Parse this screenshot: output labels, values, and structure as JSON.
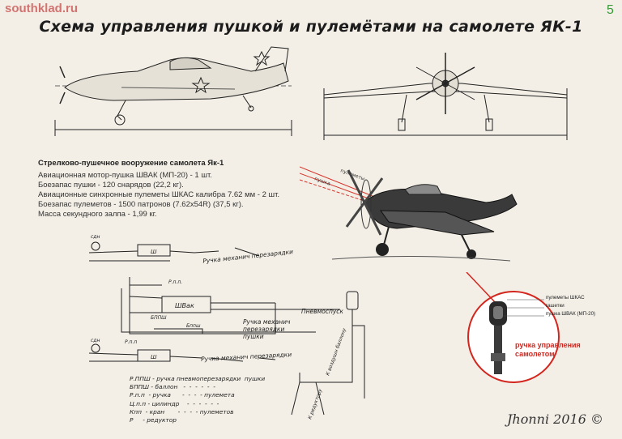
{
  "watermark": "southklad.ru",
  "page_number": "5",
  "title": "Схема управления пушкой и пулемётами на самолете ЯК-1",
  "armament": {
    "heading": "Стрелково-пушечное вооружение самолета Як-1",
    "lines": [
      "Авиационная мотор-пушка ШВАК (МП-20) - 1 шт.",
      "Боезапас пушки - 120 снарядов (22,2 кг).",
      "Авиационные синхронные пулеметы ШКАС калибра 7.62 мм -  2 шт.",
      "Боезапас пулеметов - 1500 патронов (7.62x54R) (37,5 кг).",
      "Масса секундного залпа - 1,99 кг."
    ]
  },
  "illustration_labels": {
    "mg_label": "пулеметы",
    "cannon_label": "пушка"
  },
  "scheme": {
    "label_top_left": "сдн",
    "label_bottom_left": "сдн",
    "box_top": "Ш",
    "box_mid": "ШВак",
    "box_bottom": "Ш",
    "label_rpp": "Р.п.п.",
    "label_bpsh": "БППШ",
    "label_bpsh2": "Бппш",
    "label_rpp2": "Р.п.п",
    "label_upper_handle": "Ручка механич перезарядки",
    "label_pnevmospusk": "Пневмоспуск",
    "label_mid_handle": "Ручка механич перезарядки пушки",
    "label_lower_handle": "Ручка механич перезарядки",
    "label_to_air_cylinder": "К воздушн баллону",
    "label_to_reductor": "К редуктору"
  },
  "legend_lines": [
    "Р.ППШ - ручка пневмоперезарядки  пушки",
    "БППШ - баллон   -  -  -  -  -  -",
    "Р.п.п  - ручка      -  -  -  - пулемета",
    "Ц.п.п - цилиндр    -  -  -  -  -  -",
    "Кпп  - кран       -  -  -  - пулеметов",
    "Р     - редуктор"
  ],
  "handle": {
    "lbl_mg": "пулеметы ШКАС",
    "lbl_brake": "гашетки",
    "lbl_cannon": "пушка ШВАК (МП-20)",
    "caption": "ручка управления самолетом"
  },
  "signature": "Jhonni 2016 ©",
  "colors": {
    "accent_red": "#d2261e",
    "ink": "#222222",
    "paper": "#f3efe6"
  }
}
